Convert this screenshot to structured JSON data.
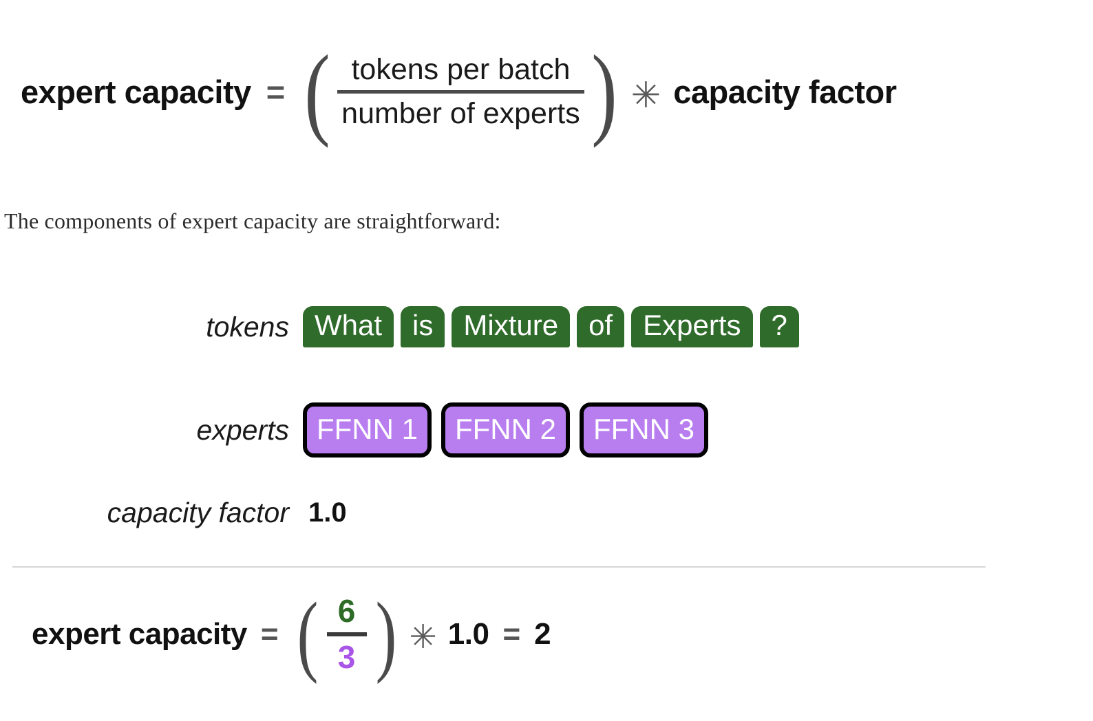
{
  "top_formula": {
    "lhs": "expert capacity",
    "equals": "=",
    "open_paren": "(",
    "numerator": "tokens per batch",
    "denominator": "number of experts",
    "close_paren": ")",
    "multiply": "✳",
    "rhs": "capacity factor"
  },
  "body_text": "The components of expert capacity are straightforward:",
  "components": {
    "tokens": {
      "label": "tokens",
      "chips": [
        "What",
        "is",
        "Mixture",
        "of",
        "Experts",
        "?"
      ],
      "chip_color": "#2f6b2a",
      "chip_text_color": "#ffffff"
    },
    "experts": {
      "label": "experts",
      "chips": [
        "FFNN 1",
        "FFNN 2",
        "FFNN 3"
      ],
      "chip_color": "#b87ef0",
      "chip_border_color": "#000000",
      "chip_text_color": "#ffffff"
    },
    "capacity_factor": {
      "label": "capacity factor",
      "value": "1.0"
    }
  },
  "bottom_formula": {
    "lhs": "expert capacity",
    "equals": "=",
    "open_paren": "(",
    "numerator": "6",
    "numerator_color": "#2d6b27",
    "denominator": "3",
    "denominator_color": "#a855e8",
    "close_paren": ")",
    "multiply": "✳",
    "factor": "1.0",
    "equals2": "=",
    "result": "2"
  }
}
